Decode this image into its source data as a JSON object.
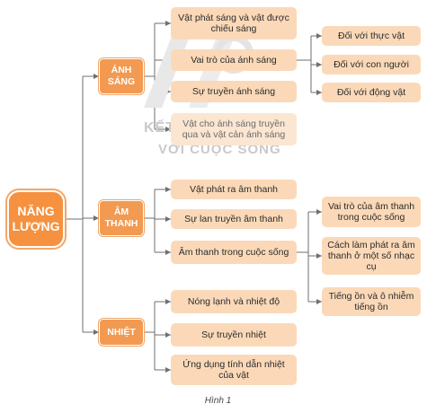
{
  "root": {
    "label": "NĂNG LƯỢNG"
  },
  "branches": {
    "light": {
      "label": "ÁNH SÁNG",
      "items": [
        "Vật phát sáng và vật được chiếu sáng",
        "Vai trò của ánh sáng",
        "Sự truyền ánh sáng",
        "Vật cho ánh sáng truyền qua và vật cản ánh sáng"
      ],
      "role_items": [
        "Đối với thực vật",
        "Đối với con người",
        "Đối với động vật"
      ]
    },
    "sound": {
      "label": "ÂM THANH",
      "items": [
        "Vật phát ra âm thanh",
        "Sự lan truyền âm thanh",
        "Âm thanh trong cuộc sống"
      ],
      "life_items": [
        "Vai trò của âm thanh trong cuộc sống",
        "Cách làm phát ra âm thanh ở một số nhạc cụ",
        "Tiếng ồn và ô nhiễm tiếng ồn"
      ]
    },
    "heat": {
      "label": "NHIỆT",
      "items": [
        "Nóng lạnh và nhiệt độ",
        "Sự truyền nhiệt",
        "Ứng dụng tính dẫn nhiệt của vật"
      ]
    }
  },
  "watermark": {
    "line1": "KẾT NỐI TRI THỨC",
    "line2": "VỚI CUỘC SỐNG"
  },
  "caption": "Hình 1",
  "colors": {
    "line": "#6f6f6f",
    "leaf": "#fbd9b8",
    "branch": "#f29a52",
    "root": "#f5913f"
  }
}
